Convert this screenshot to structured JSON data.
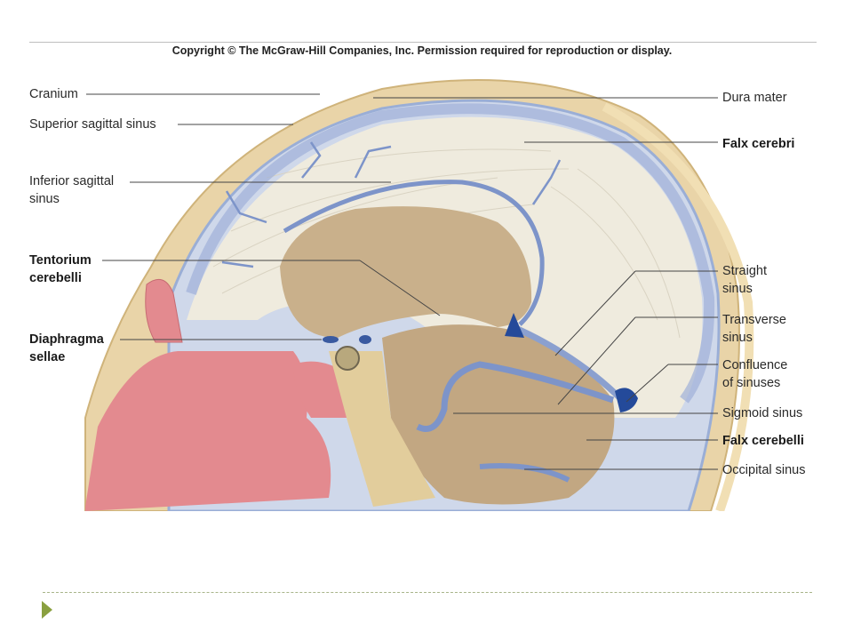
{
  "copyright": "Copyright © The McGraw-Hill Companies, Inc. Permission required for reproduction or display.",
  "labels_left": {
    "cranium": "Cranium",
    "superior_sagittal_sinus": "Superior sagittal sinus",
    "inferior_sagittal_sinus_1": "Inferior sagittal",
    "inferior_sagittal_sinus_2": "sinus",
    "tentorium_1": "Tentorium",
    "tentorium_2": "cerebelli",
    "diaphragma_1": "Diaphragma",
    "diaphragma_2": "sellae"
  },
  "labels_right": {
    "dura_mater": "Dura mater",
    "falx_cerebri": "Falx cerebri",
    "straight_sinus_1": "Straight",
    "straight_sinus_2": "sinus",
    "transverse_sinus_1": "Transverse",
    "transverse_sinus_2": "sinus",
    "confluence_1": "Confluence",
    "confluence_2": "of sinuses",
    "sigmoid_sinus": "Sigmoid sinus",
    "falx_cerebelli": "Falx cerebelli",
    "occipital_sinus": "Occipital sinus"
  },
  "colors": {
    "bone": "#e9d4a8",
    "membrane": "#ece7d8",
    "brain_cavity": "#c9b08b",
    "sinus": "#7d94c9",
    "sinus_dark": "#244a9a",
    "nasal_tissue": "#e38a8f",
    "bullet": "#8aa040"
  }
}
